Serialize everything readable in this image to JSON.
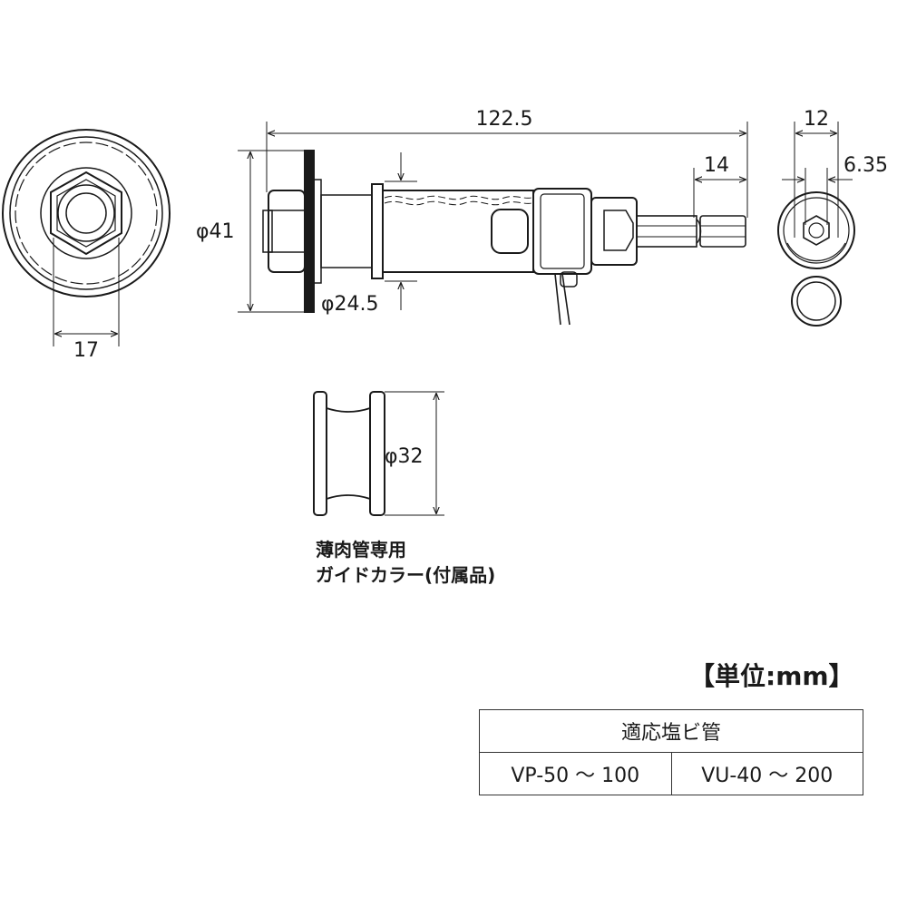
{
  "dimensions": {
    "overall_length": "122.5",
    "shank_length": "14",
    "hex_width": "12",
    "hex_size": "6.35",
    "flange_dia": "φ41",
    "body_dia": "φ24.5",
    "nut_width": "17",
    "collar_dia": "φ32"
  },
  "collar_label": {
    "line1": "薄肉管専用",
    "line2": "ガイドカラー(付属品)"
  },
  "unit_label": "【単位:mm】",
  "spec_table": {
    "header": "適応塩ビ管",
    "col1": "VP-50 ～ 100",
    "col2": "VU-40 ～ 200"
  }
}
